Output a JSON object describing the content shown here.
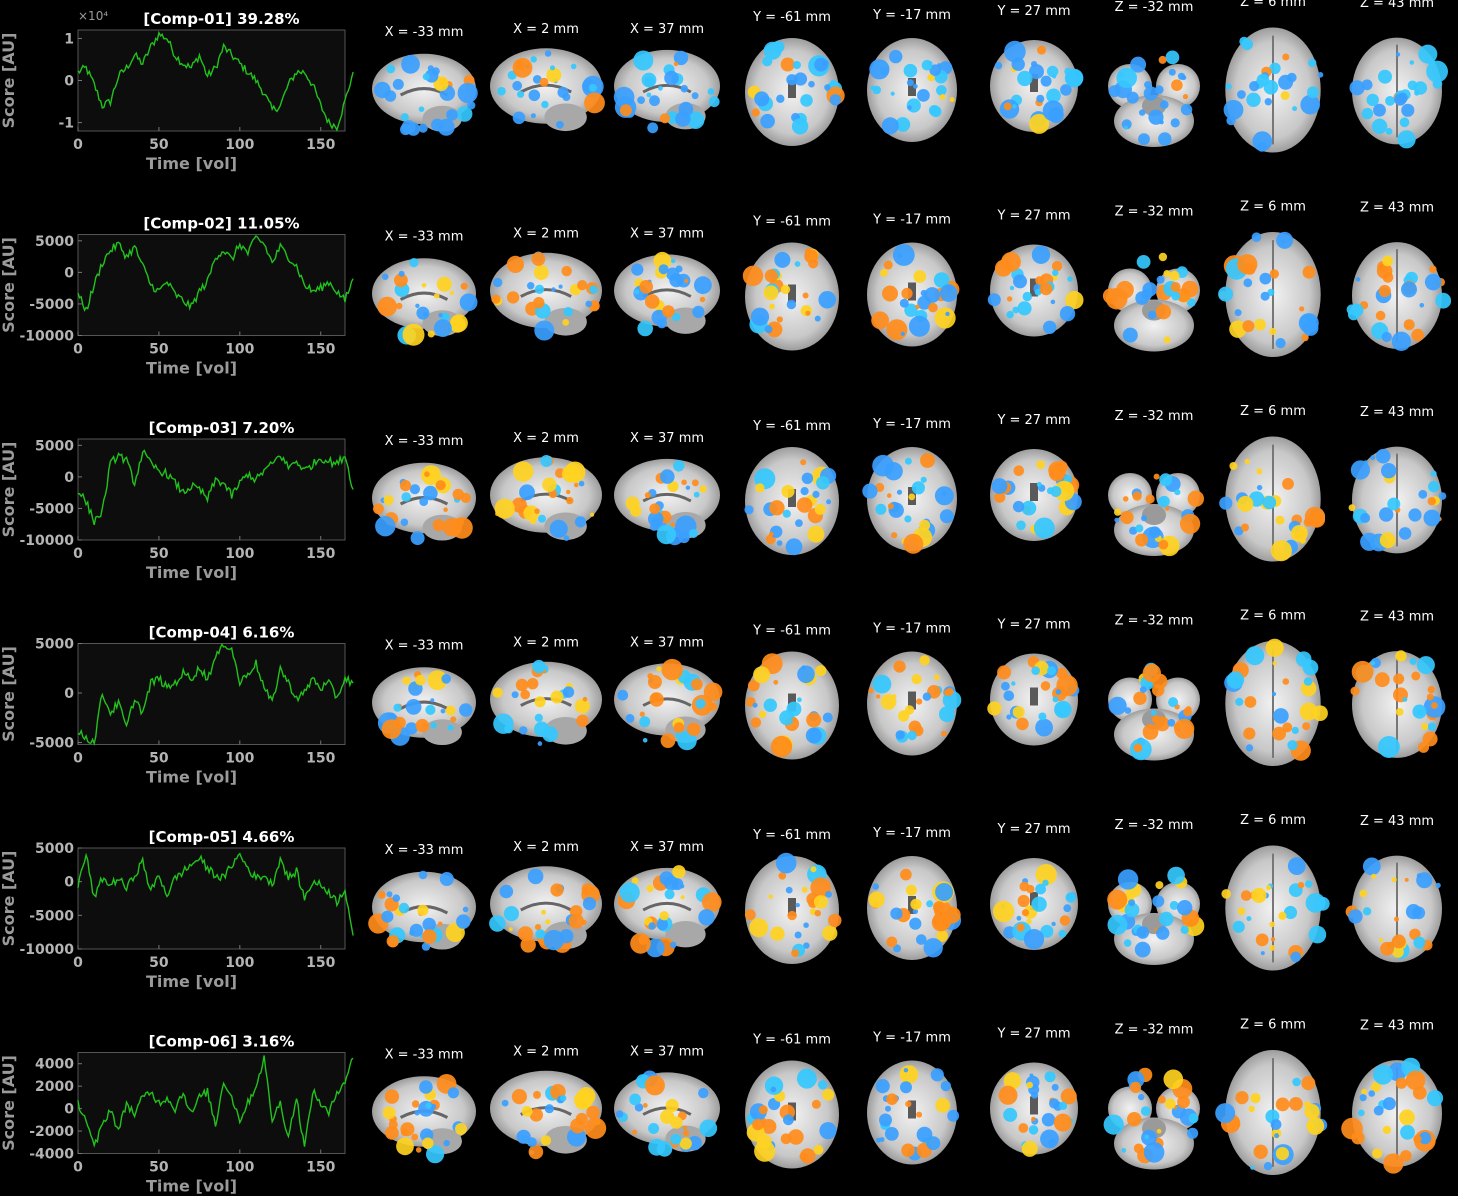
{
  "figure": {
    "slice_labels": {
      "sagittal": [
        "X = -33 mm",
        "X = 2 mm",
        "X = 37 mm"
      ],
      "coronal": [
        "Y = -61 mm",
        "Y = -17 mm",
        "Y = 27 mm"
      ],
      "axial": [
        "Z = -32 mm",
        "Z = 6 mm",
        "Z = 43 mm"
      ]
    },
    "colors": {
      "background": "#000000",
      "axes_bg": "#0d0d0d",
      "timecourse": "#22c21c",
      "tick_text": "#b4b4b4",
      "label_text": "#9a9a9a",
      "positive_map": "#ff8c1a",
      "negative_map": "#3aa0ff"
    }
  },
  "chart_data": [
    {
      "type": "line",
      "title": "[Comp-01] 39.28%",
      "xlabel": "Time [vol]",
      "ylabel": "Score [AU]",
      "xlim": [
        0,
        165
      ],
      "ylim": [
        -1.2,
        1.2
      ],
      "y_exponent_label": "×10⁴",
      "xticks": [
        0,
        50,
        100,
        150
      ],
      "yticks": [
        -1,
        0,
        1
      ],
      "ytick_labels": [
        "-1",
        "0",
        "1"
      ],
      "series": [
        {
          "x_step": 5,
          "values": [
            0.2,
            0.3,
            -0.1,
            -0.6,
            -0.5,
            0.1,
            0.3,
            0.6,
            0.4,
            0.8,
            1.1,
            1.0,
            0.6,
            0.4,
            0.3,
            0.6,
            0.1,
            0.3,
            0.8,
            0.6,
            0.4,
            0.2,
            0.0,
            -0.3,
            -0.7,
            -0.6,
            -0.1,
            0.2,
            0.2,
            -0.1,
            -0.6,
            -1.0,
            -1.1,
            -0.5,
            0.2
          ]
        }
      ]
    },
    {
      "type": "line",
      "title": "[Comp-02] 11.05%",
      "xlabel": "Time [vol]",
      "ylabel": "Score [AU]",
      "xlim": [
        0,
        165
      ],
      "ylim": [
        -10000,
        6000
      ],
      "xticks": [
        0,
        50,
        100,
        150
      ],
      "yticks": [
        -10000,
        -5000,
        0,
        5000
      ],
      "ytick_labels": [
        "-10000",
        "-5000",
        "0",
        "5000"
      ],
      "series": [
        {
          "x_step": 5,
          "values": [
            -3500,
            -6000,
            -2000,
            1500,
            3500,
            4500,
            2500,
            4000,
            1000,
            -2000,
            -3000,
            -1500,
            -3500,
            -4500,
            -5500,
            -3000,
            -1500,
            2500,
            3500,
            2000,
            4500,
            3000,
            5500,
            4500,
            1500,
            4000,
            2500,
            1000,
            -2000,
            -3000,
            -2500,
            -1500,
            -3000,
            -4500,
            -1000
          ]
        }
      ]
    },
    {
      "type": "line",
      "title": "[Comp-03] 7.20%",
      "xlabel": "Time [vol]",
      "ylabel": "Score [AU]",
      "xlim": [
        0,
        165
      ],
      "ylim": [
        -10000,
        6000
      ],
      "xticks": [
        0,
        50,
        100,
        150
      ],
      "yticks": [
        -10000,
        -5000,
        0,
        5000
      ],
      "ytick_labels": [
        "-10000",
        "-5000",
        "0",
        "5000"
      ],
      "series": [
        {
          "x_step": 5,
          "values": [
            -2000,
            -4000,
            -7000,
            -5500,
            2000,
            3500,
            2500,
            -1000,
            4000,
            2000,
            1000,
            500,
            -1000,
            -2500,
            -1500,
            -2000,
            -3500,
            -500,
            -1000,
            -3000,
            -1000,
            500,
            -500,
            1000,
            2000,
            3500,
            1500,
            2500,
            1000,
            2000,
            3000,
            2500,
            2000,
            3500,
            -2000
          ]
        }
      ]
    },
    {
      "type": "line",
      "title": "[Comp-04] 6.16%",
      "xlabel": "Time [vol]",
      "ylabel": "Score [AU]",
      "xlim": [
        0,
        165
      ],
      "ylim": [
        -5200,
        5000
      ],
      "xticks": [
        0,
        50,
        100,
        150
      ],
      "yticks": [
        -5000,
        0,
        5000
      ],
      "ytick_labels": [
        "-5000",
        "0",
        "5000"
      ],
      "series": [
        {
          "x_step": 5,
          "values": [
            -4000,
            -4500,
            -5000,
            0,
            -2000,
            -1000,
            -3500,
            -500,
            -2000,
            1000,
            1500,
            500,
            1000,
            2000,
            1500,
            2500,
            1500,
            3500,
            5000,
            4500,
            1000,
            2000,
            3000,
            500,
            -1000,
            2500,
            1000,
            -500,
            0,
            1500,
            500,
            1000,
            -500,
            1500,
            1000
          ]
        }
      ]
    },
    {
      "type": "line",
      "title": "[Comp-05] 4.66%",
      "xlabel": "Time [vol]",
      "ylabel": "Score [AU]",
      "xlim": [
        0,
        165
      ],
      "ylim": [
        -10000,
        5000
      ],
      "xticks": [
        0,
        50,
        100,
        150
      ],
      "yticks": [
        -10000,
        -5000,
        0,
        5000
      ],
      "ytick_labels": [
        "-10000",
        "-5000",
        "0",
        "5000"
      ],
      "series": [
        {
          "x_step": 5,
          "values": [
            -500,
            4000,
            -2500,
            500,
            -500,
            500,
            -1000,
            1000,
            3000,
            -1500,
            1000,
            -2000,
            500,
            1500,
            2500,
            3500,
            2000,
            1000,
            500,
            2500,
            4000,
            2000,
            500,
            1000,
            -500,
            3500,
            500,
            1500,
            -2500,
            0,
            -500,
            -1500,
            -3000,
            -1000,
            -8000
          ]
        }
      ]
    },
    {
      "type": "line",
      "title": "[Comp-06] 3.16%",
      "xlabel": "Time [vol]",
      "ylabel": "Score [AU]",
      "xlim": [
        0,
        165
      ],
      "ylim": [
        -4000,
        5000
      ],
      "xticks": [
        0,
        50,
        100,
        150
      ],
      "yticks": [
        -4000,
        -2000,
        0,
        2000,
        4000
      ],
      "ytick_labels": [
        "-4000",
        "-2000",
        "0",
        "2000",
        "4000"
      ],
      "series": [
        {
          "x_step": 5,
          "values": [
            500,
            -1000,
            -3500,
            -1500,
            0,
            -2000,
            500,
            -500,
            1000,
            1500,
            500,
            1000,
            0,
            1500,
            -500,
            1000,
            1500,
            -1500,
            2500,
            1000,
            -1000,
            500,
            2000,
            4500,
            -1000,
            500,
            -2500,
            1000,
            -3500,
            1500,
            500,
            -500,
            1500,
            2500,
            4500
          ]
        }
      ]
    }
  ]
}
